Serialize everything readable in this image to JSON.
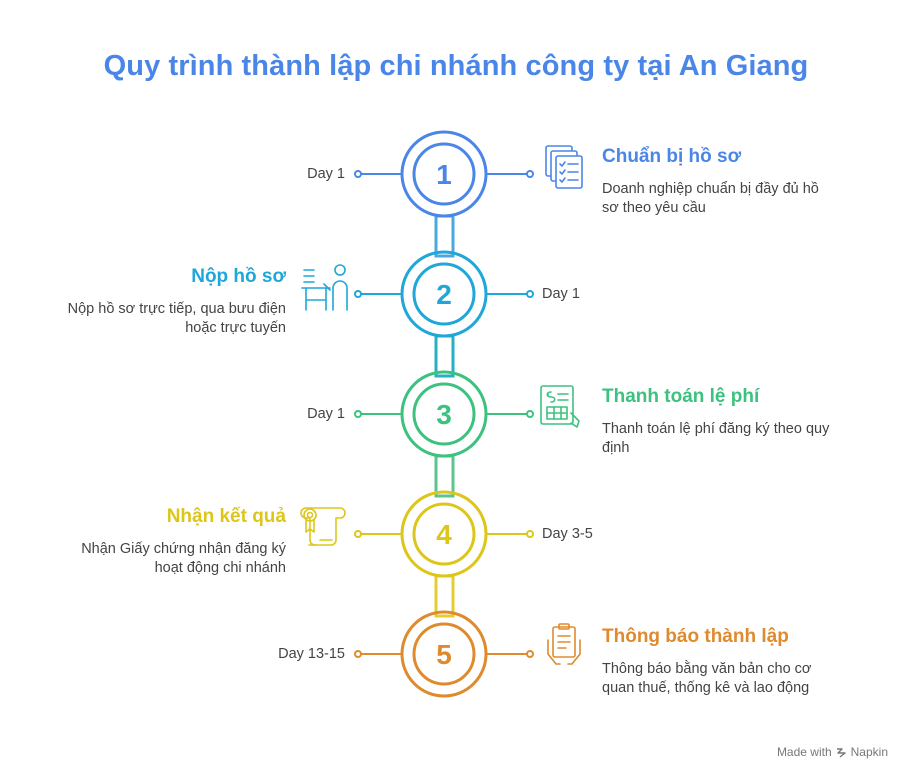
{
  "title": "Quy trình thành lập chi nhánh công ty tại An Giang",
  "colors": {
    "title": "#4a86e8",
    "steps": [
      "#4a86e8",
      "#1ea7d8",
      "#3cc27e",
      "#ddc61a",
      "#e08a2e"
    ],
    "connector": [
      "#4aa8e0",
      "#25b0c4",
      "#5cc48c",
      "#e6cc33"
    ]
  },
  "steps": [
    {
      "number": "1",
      "title": "Chuẩn bị hồ sơ",
      "desc_line1": "Doanh nghiệp chuẩn bị đầy đủ hồ",
      "desc_line2": "sơ theo yêu cầu",
      "day": "Day 1",
      "side": "right",
      "icon": "documents-checklist-icon"
    },
    {
      "number": "2",
      "title": "Nộp hồ sơ",
      "desc_line1": "Nộp hồ sơ trực tiếp, qua bưu điện",
      "desc_line2": "hoặc trực tuyến",
      "day": "Day 1",
      "side": "left",
      "icon": "person-at-desk-icon"
    },
    {
      "number": "3",
      "title": "Thanh toán lệ phí",
      "desc_line1": "Thanh toán lệ phí đăng ký theo quy",
      "desc_line2": "định",
      "day": "Day 1",
      "side": "right",
      "icon": "invoice-payment-icon"
    },
    {
      "number": "4",
      "title": "Nhận kết quả",
      "desc_line1": "Nhận Giấy chứng nhận đăng ký",
      "desc_line2": "hoạt động chi nhánh",
      "day": "Day 3-5",
      "side": "left",
      "icon": "certificate-scroll-icon"
    },
    {
      "number": "5",
      "title": "Thông báo thành lập",
      "desc_line1": "Thông báo bằng văn bản cho cơ",
      "desc_line2": "quan thuế, thống kê và lao động",
      "day": "Day 13-15",
      "side": "right",
      "icon": "hands-holding-document-icon"
    }
  ],
  "credit": {
    "made_with": "Made with",
    "brand": "Napkin"
  }
}
